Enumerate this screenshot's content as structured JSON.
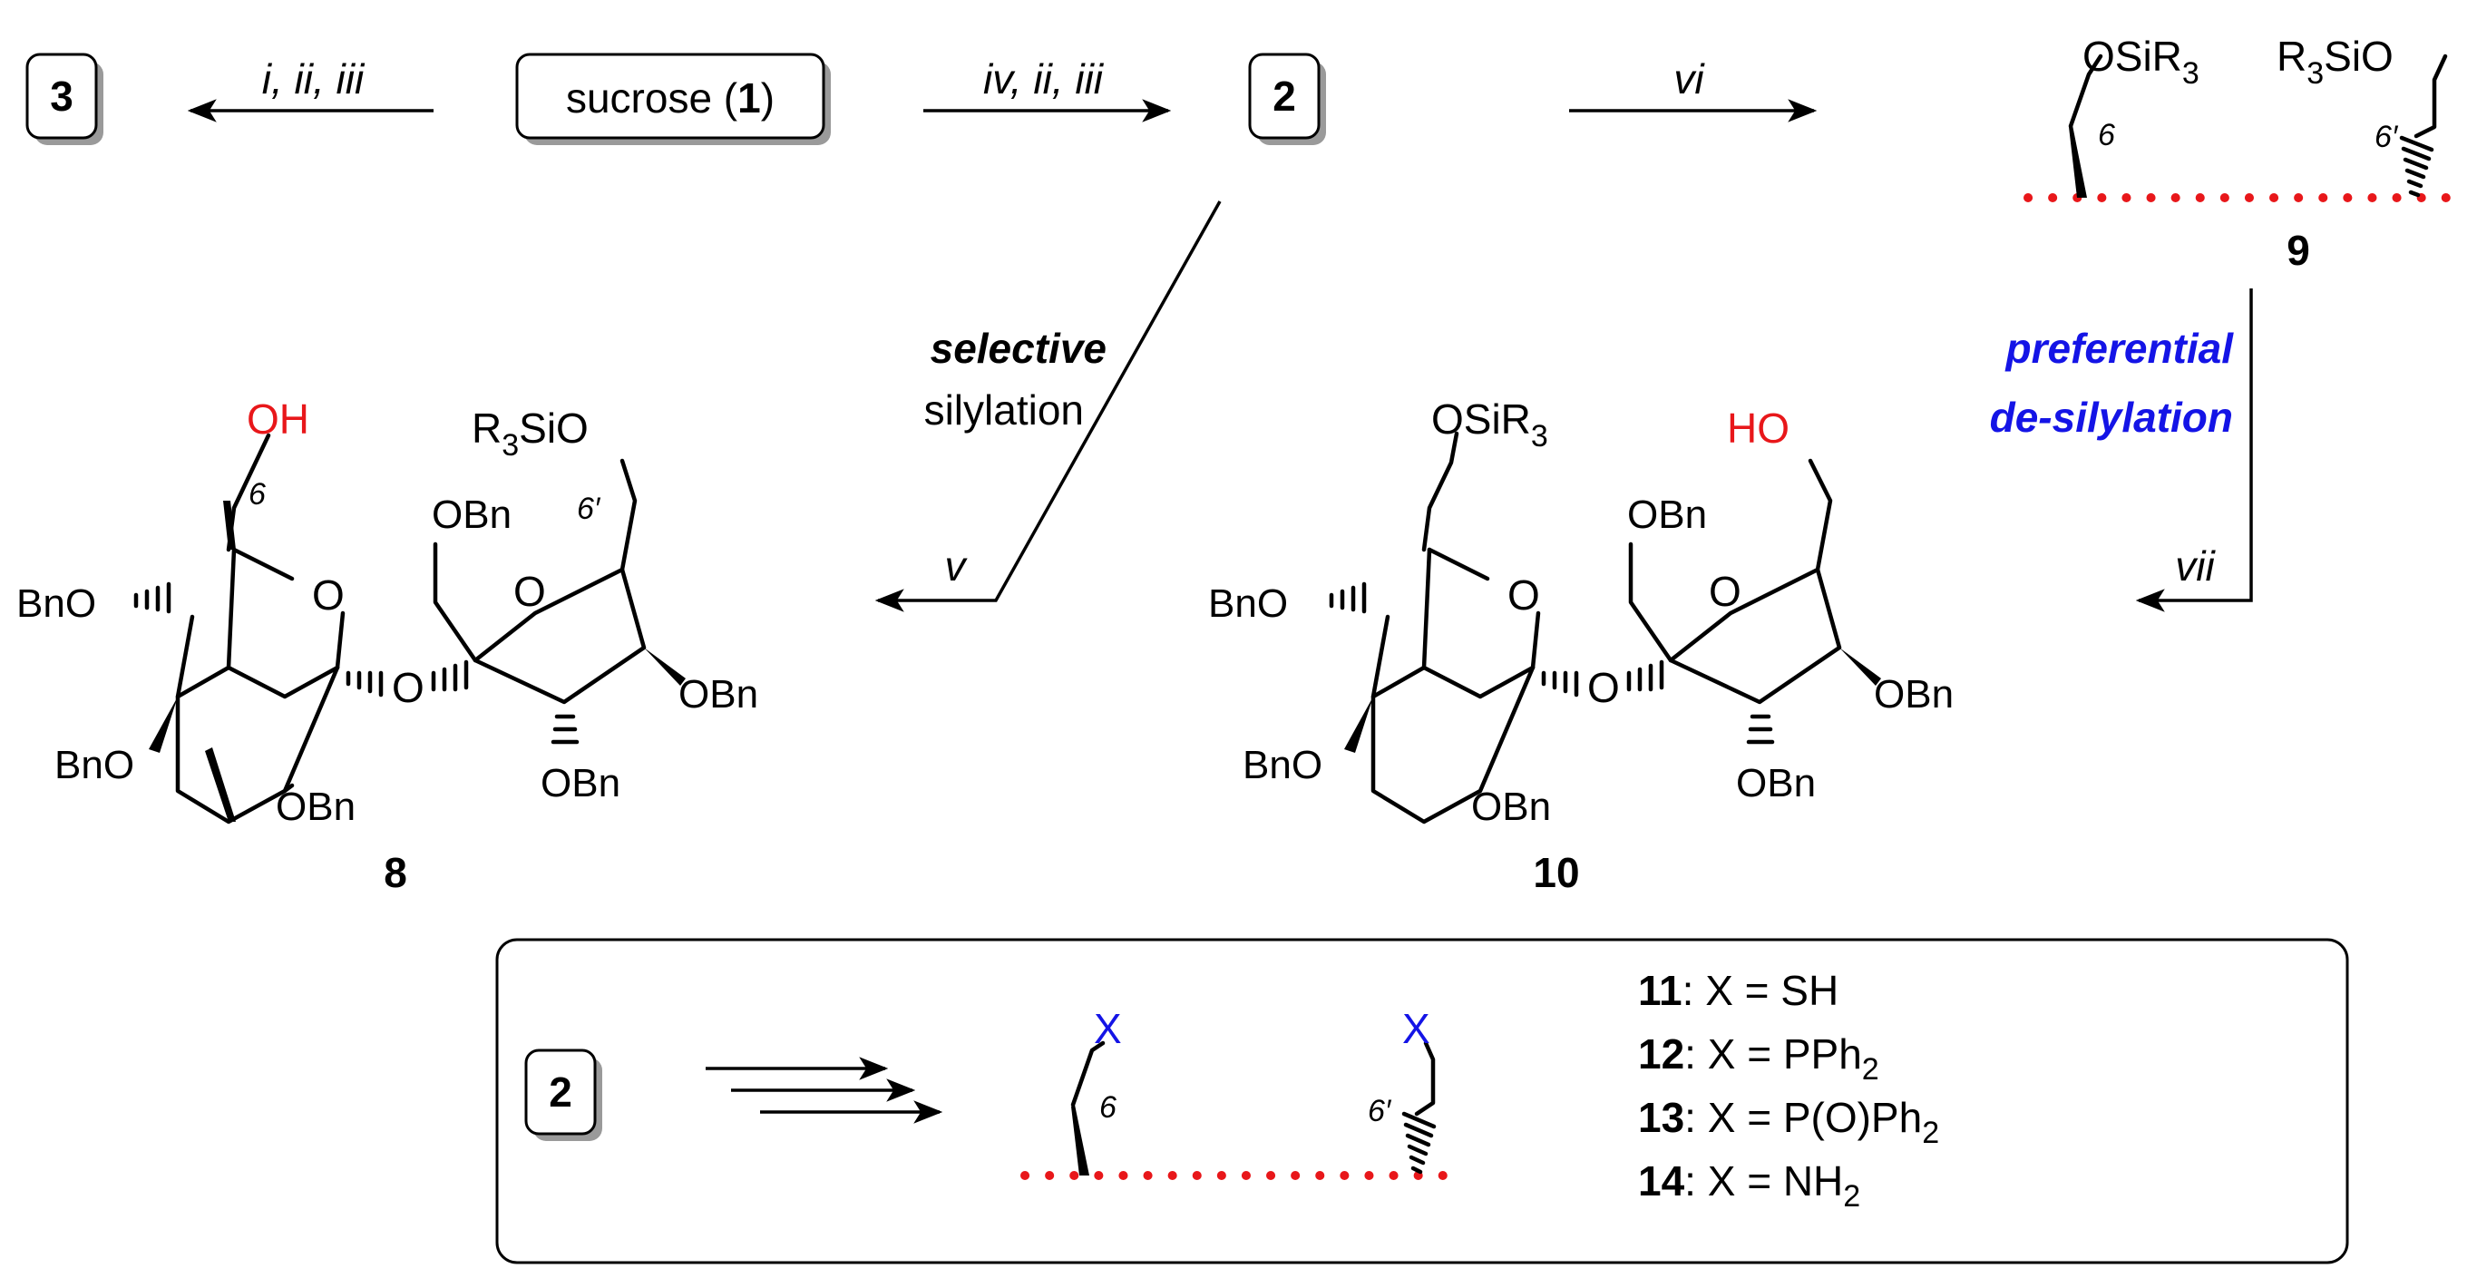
{
  "compounds": {
    "c3": "3",
    "sucrose_prefix": "sucrose (",
    "sucrose_num": "1",
    "sucrose_suffix": ")",
    "c2": "2",
    "c8": "8",
    "c9": "9",
    "c10": "10",
    "c2_box": "2"
  },
  "arrows": {
    "to3": "i, ii, iii",
    "to2": "iv, ii, iii",
    "to9": "vi",
    "to8": "v",
    "to10": "vii"
  },
  "annotations": {
    "selective_bold": "selective",
    "selective_rest": "silylation",
    "preferential_line1": "preferential",
    "preferential_line2": "de-silylation",
    "preferential_color": "#1414e6"
  },
  "atoms": {
    "oh": "OH",
    "ho": "HO",
    "o": "O",
    "obn": "OBn",
    "bno": "BnO",
    "osi_prefix": "OSiR",
    "osi_sub": "3",
    "r3sio_r": "R",
    "r3sio_sub": "3",
    "r3sio_rest": "SiO",
    "x": "X",
    "pos6": "6",
    "pos6p": "6′",
    "hydroxyl_color": "#e8171a",
    "x_color": "#1414e6",
    "dotted_color": "#e8171a"
  },
  "legend": [
    {
      "num": "11",
      "pre": ": X = SH",
      "sub": "",
      "post": ""
    },
    {
      "num": "12",
      "pre": ": X = PPh",
      "sub": "2",
      "post": ""
    },
    {
      "num": "13",
      "pre": ": X = P(O)Ph",
      "sub": "2",
      "post": ""
    },
    {
      "num": "14",
      "pre": ": X = NH",
      "sub": "2",
      "post": ""
    }
  ]
}
